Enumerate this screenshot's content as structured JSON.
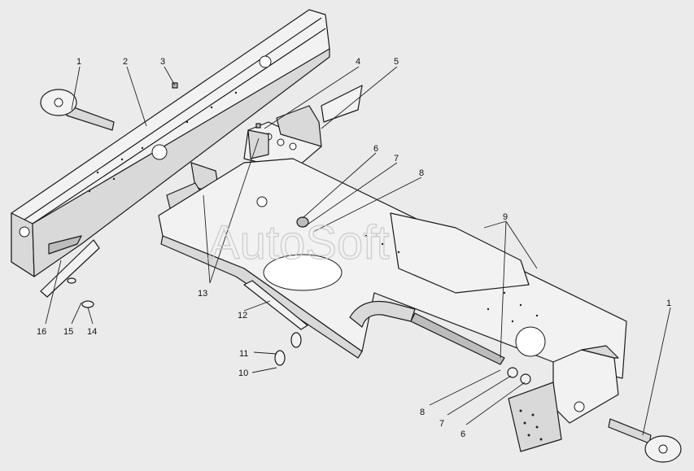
{
  "watermark": "AutoSoft",
  "callouts": [
    {
      "id": "c1a",
      "label": "1"
    },
    {
      "id": "c2",
      "label": "2"
    },
    {
      "id": "c3",
      "label": "3"
    },
    {
      "id": "c4",
      "label": "4"
    },
    {
      "id": "c5",
      "label": "5"
    },
    {
      "id": "c6a",
      "label": "6"
    },
    {
      "id": "c7a",
      "label": "7"
    },
    {
      "id": "c8a",
      "label": "8"
    },
    {
      "id": "c9",
      "label": "9"
    },
    {
      "id": "c1b",
      "label": "1"
    },
    {
      "id": "c13",
      "label": "13"
    },
    {
      "id": "c12",
      "label": "12"
    },
    {
      "id": "c11",
      "label": "11"
    },
    {
      "id": "c10",
      "label": "10"
    },
    {
      "id": "c16",
      "label": "16"
    },
    {
      "id": "c15",
      "label": "15"
    },
    {
      "id": "c14",
      "label": "14"
    },
    {
      "id": "c8b",
      "label": "8"
    },
    {
      "id": "c7b",
      "label": "7"
    },
    {
      "id": "c6b",
      "label": "6"
    }
  ]
}
